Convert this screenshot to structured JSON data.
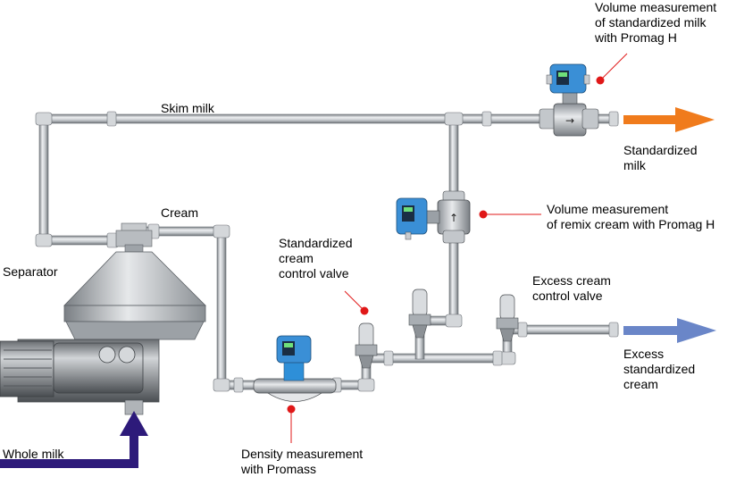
{
  "labels": {
    "skim_milk": "Skim milk",
    "cream": "Cream",
    "separator": "Separator",
    "whole_milk": "Whole milk",
    "standardized_milk": [
      "Standardized",
      "milk"
    ],
    "volume_std_milk": [
      "Volume measurement",
      "of standardized milk",
      "with Promag H"
    ],
    "volume_remix": [
      "Volume measurement",
      "of remix cream with Promag H"
    ],
    "std_cream_valve": [
      "Standardized",
      "cream",
      "control valve"
    ],
    "excess_cream_valve": [
      "Excess cream",
      "control valve"
    ],
    "excess_std_cream": [
      "Excess",
      "standardized",
      "cream"
    ],
    "density": [
      "Density measurement",
      "with Promass"
    ]
  },
  "colors": {
    "pipe": "#c8ccd0",
    "pipe_edge": "#6a6f75",
    "orange_arrow": "#f07b1c",
    "blue_arrow": "#6a86c8",
    "navy_arrow": "#2d1a7a",
    "red_dot": "#e01818",
    "instrument_blue": "#2e8fd8"
  },
  "icons": [
    "flowmeter-icon",
    "transmitter-icon",
    "control-valve-icon",
    "separator-icon",
    "motor-icon"
  ]
}
